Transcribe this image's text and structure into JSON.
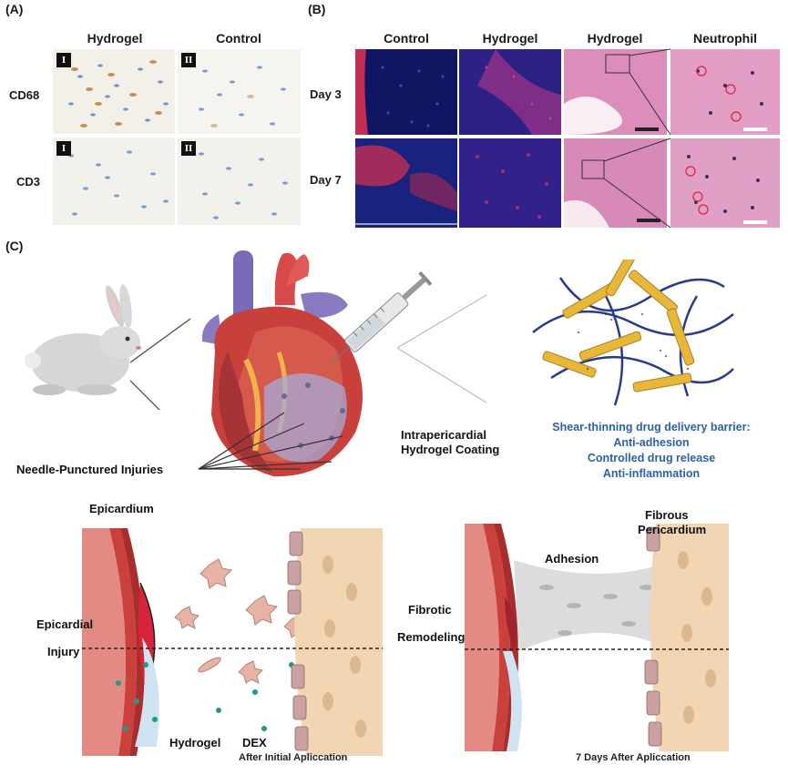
{
  "panel_a": {
    "letter": "(A)",
    "columns": [
      "Hydrogel",
      "Control"
    ],
    "rows": [
      "CD68",
      "CD3"
    ],
    "badges": [
      "I",
      "II",
      "I",
      "II"
    ]
  },
  "panel_b": {
    "letter": "(B)",
    "columns": [
      "Control",
      "Hydrogel",
      "Hydrogel",
      "Neutrophil"
    ],
    "rows": [
      "Day 3",
      "Day 7"
    ]
  },
  "panel_c": {
    "letter": "(C)",
    "needle_injuries": "Needle-Punctured Injuries",
    "coating_line1": "Intrapericardial",
    "coating_line2": "Hydrogel Coating",
    "barrier_title": "Shear-thinning drug delivery barrier:",
    "barrier_items": [
      "Anti-adhesion",
      "Controlled drug release",
      "Anti-inflammation"
    ],
    "left": {
      "epicardium": "Epicardium",
      "injury_line1": "Epicardial",
      "injury_line2": "Injury",
      "hydrogel": "Hydrogel",
      "dex": "DEX",
      "caption": "After Initial Apliccation"
    },
    "right": {
      "fibrous_line1": "Fibrous",
      "fibrous_line2": "Pericardium",
      "adhesion": "Adhesion",
      "fibrotic_line1": "Fibrotic",
      "fibrotic_line2": "Remodeling",
      "caption": "7 Days After Apliccation"
    }
  },
  "colors": {
    "epicardium": "#c9403c",
    "injury": "#d8243a",
    "hydrogel_blue": "#cfe3f2",
    "dex_teal": "#1c9a8c",
    "pericardium": "#f2d6b3",
    "text_blue": "#2f5fa6"
  }
}
